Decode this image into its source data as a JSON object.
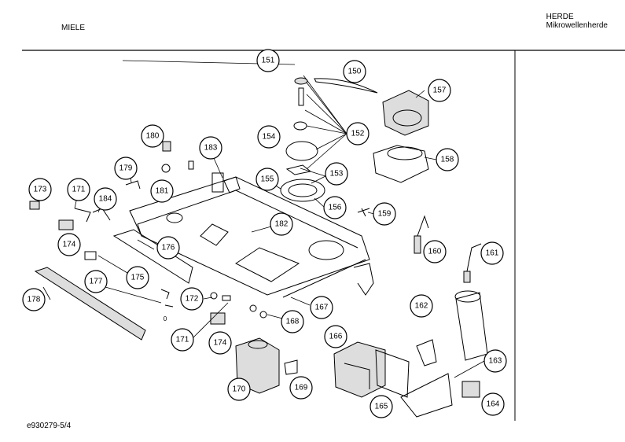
{
  "header": {
    "brand": "MIELE",
    "right_line1": "HERDE",
    "right_line2": "Mikrowellenherde"
  },
  "footer": {
    "doc_id": "e930279-5/4"
  },
  "diagram": {
    "small_label_0": "0",
    "callouts": [
      "151",
      "150",
      "157",
      "152",
      "154",
      "153",
      "158",
      "180",
      "183",
      "179",
      "181",
      "173",
      "171",
      "184",
      "155",
      "156",
      "159",
      "182",
      "160",
      "161",
      "174",
      "176",
      "175",
      "177",
      "172",
      "162",
      "178",
      "167",
      "168",
      "166",
      "171",
      "174",
      "163",
      "170",
      "169",
      "165",
      "164"
    ]
  }
}
